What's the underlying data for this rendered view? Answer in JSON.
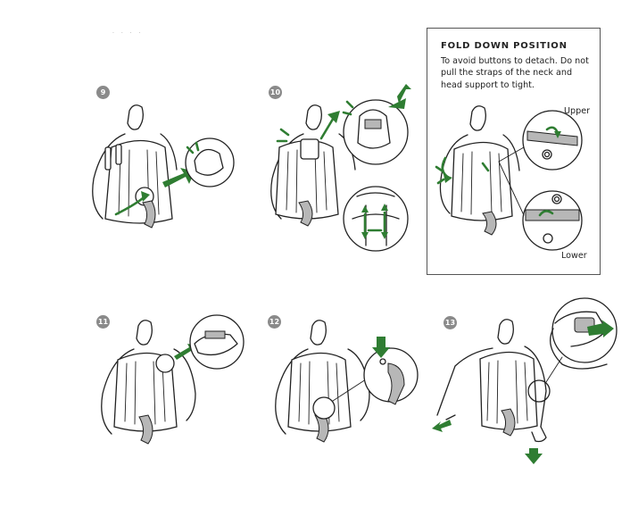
{
  "steps": [
    {
      "number": "9"
    },
    {
      "number": "10"
    },
    {
      "number": "11"
    },
    {
      "number": "12"
    },
    {
      "number": "13"
    }
  ],
  "note": {
    "title": "FOLD DOWN POSITION",
    "body": "To avoid buttons to detach. Do not pull the straps of the neck and head support to tight.",
    "upper_label": "Upper",
    "lower_label": "Lower"
  },
  "colors": {
    "accent_green": "#2f7d32",
    "badge_gray": "#8a8a8a",
    "fabric_gray": "#b7b7b7"
  }
}
